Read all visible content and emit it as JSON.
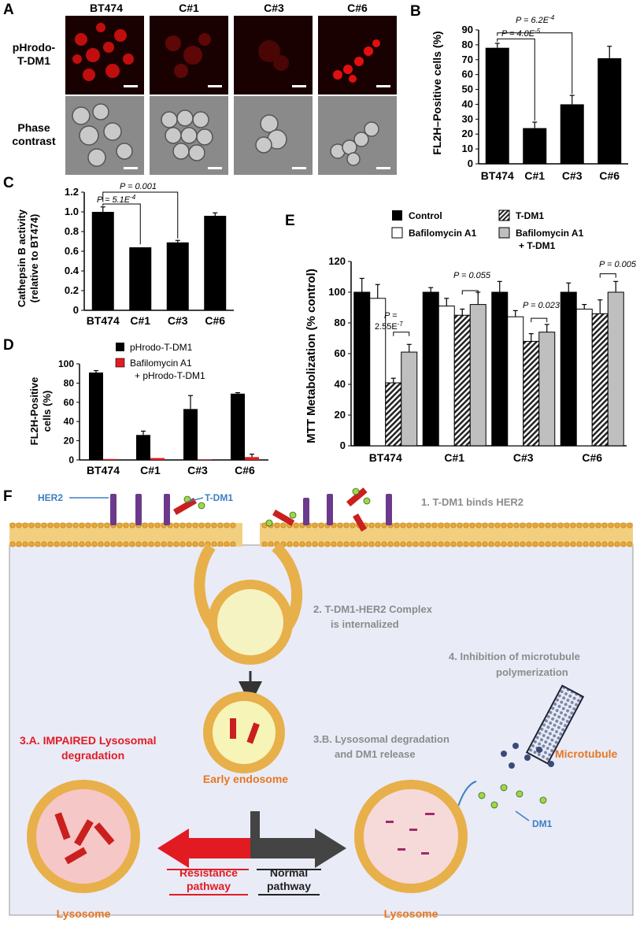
{
  "panels": {
    "A": {
      "letter": "A",
      "columns": [
        "BT474",
        "C#1",
        "C#3",
        "C#6"
      ],
      "row1_label": [
        "pHrodo-",
        "T-DM1"
      ],
      "row2_label": [
        "Phase",
        "contrast"
      ]
    },
    "B": {
      "letter": "B",
      "p1": "P = 6.2E",
      "p1_exp": "-4",
      "p2": "P = 4.0E",
      "p2_exp": "-5"
    },
    "C": {
      "letter": "C",
      "p1": "P = 0.001",
      "p2": "P = 5.1E",
      "p2_exp": "-4"
    },
    "D": {
      "letter": "D"
    },
    "E": {
      "letter": "E",
      "p_bt474_a": "P =",
      "p_bt474_b": "2.55E",
      "p_bt474_exp": "-7",
      "p_c1": "P = 0.055",
      "p_c3": "P = 0.023",
      "p_c6": "P = 0.005"
    },
    "F": {
      "letter": "F",
      "her2": "HER2",
      "tdm1": "T-DM1",
      "step1": "1. T-DM1 binds HER2",
      "step2_a": "2. T-DM1-HER2 Complex",
      "step2_b": "is internalized",
      "step3a_a": "3.A.  IMPAIRED Lysosomal",
      "step3a_b": "degradation",
      "step3b_a": "3.B.  Lysosomal degradation",
      "step3b_b": "and DM1 release",
      "step4_a": "4. Inhibition of microtubule",
      "step4_b": "polymerization",
      "microtubule": "Microtubule",
      "dm1": "DM1",
      "early_endosome": "Early endosome",
      "lysosome": "Lysosome",
      "resistance_a": "Resistance",
      "resistance_b": "pathway",
      "normal_a": "Normal",
      "normal_b": "pathway"
    }
  },
  "colors": {
    "resistance": "#e21b23",
    "orange": "#e87722",
    "blue": "#3b7fc4",
    "grey_text": "#8c8c8c",
    "membrane": "#e8b04a",
    "cytoplasm": "#e9ebf7"
  },
  "chart_data": [
    {
      "panel": "B",
      "type": "bar",
      "categories": [
        "BT474",
        "C#1",
        "C#3",
        "C#6"
      ],
      "values": [
        78,
        24,
        40,
        71
      ],
      "errors": [
        3,
        4,
        6,
        8
      ],
      "ylabel": "FL2H–Positive cells (%)",
      "ylim": [
        0,
        90
      ],
      "yticks": [
        0,
        10,
        20,
        30,
        40,
        50,
        60,
        70,
        80,
        90
      ]
    },
    {
      "panel": "C",
      "type": "bar",
      "categories": [
        "BT474",
        "C#1",
        "C#3",
        "C#6"
      ],
      "values": [
        1.0,
        0.64,
        0.69,
        0.96
      ],
      "errors": [
        0.05,
        0,
        0.02,
        0.03
      ],
      "ylabel": [
        "Cathepsin B activity",
        "(relative to BT474)"
      ],
      "ylim": [
        0,
        1.2
      ],
      "yticks": [
        "0",
        "0.2",
        "0.4",
        "0.6",
        "0.8",
        "1.0",
        "1.2"
      ]
    },
    {
      "panel": "D",
      "type": "bar",
      "categories": [
        "BT474",
        "C#1",
        "C#3",
        "C#6"
      ],
      "series": [
        {
          "name": "pHrodo-T-DM1",
          "values": [
            91,
            26,
            53,
            69
          ],
          "errors": [
            2,
            4,
            14,
            1
          ]
        },
        {
          "name": "Bafilomycin A1 + pHrodo-T-DM1",
          "legend_lines": [
            "Bafilomycin A1",
            "+ pHrodo-T-DM1"
          ],
          "values": [
            1,
            2,
            0.5,
            3
          ],
          "errors": [
            0,
            0,
            0,
            3
          ]
        }
      ],
      "ylabel": [
        "FL2H-Positive",
        "cells (%)"
      ],
      "ylim": [
        0,
        100
      ],
      "yticks": [
        0,
        20,
        40,
        60,
        80,
        100
      ]
    },
    {
      "panel": "E",
      "type": "bar",
      "categories": [
        "BT474",
        "C#1",
        "C#3",
        "C#6"
      ],
      "series": [
        {
          "name": "Control",
          "values": [
            100,
            100,
            100,
            100
          ],
          "errors": [
            9,
            3,
            7,
            6
          ]
        },
        {
          "name": "Bafilomycin A1",
          "values": [
            96,
            91,
            84,
            89
          ],
          "errors": [
            9,
            5,
            4,
            3
          ]
        },
        {
          "name": "T-DM1",
          "values": [
            41,
            85,
            68,
            86
          ],
          "errors": [
            3,
            4,
            5,
            9
          ]
        },
        {
          "name": "Bafilomycin A1 + T-DM1",
          "legend_lines": [
            "Bafilomycin A1",
            "+ T-DM1"
          ],
          "values": [
            61,
            92,
            74,
            100
          ],
          "errors": [
            5,
            8,
            5,
            7
          ]
        }
      ],
      "ylabel": "MTT Metabolization (% control)",
      "ylim": [
        0,
        120
      ],
      "yticks": [
        0,
        20,
        40,
        60,
        80,
        100,
        120
      ]
    }
  ]
}
